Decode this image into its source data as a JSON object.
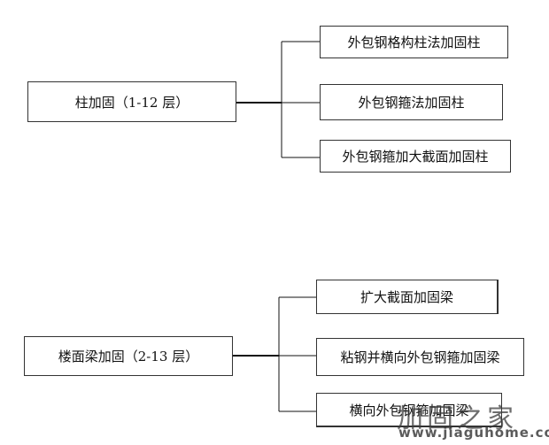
{
  "group_columns": {
    "root": "柱加固（1-12 层）",
    "children": [
      "外包钢格构柱法加固柱",
      "外包钢箍法加固柱",
      "外包钢箍加大截面加固柱"
    ]
  },
  "group_beams": {
    "root": "楼面梁加固（2-13 层）",
    "children": [
      "扩大截面加固梁",
      "粘钢并横向外包钢箍加固梁",
      "横向外包钢箍加固梁"
    ]
  },
  "watermark": {
    "title": "加固之家",
    "url": "www.jiaguhome.com"
  },
  "colors": {
    "line": "#111111",
    "box_border": "#333333"
  }
}
